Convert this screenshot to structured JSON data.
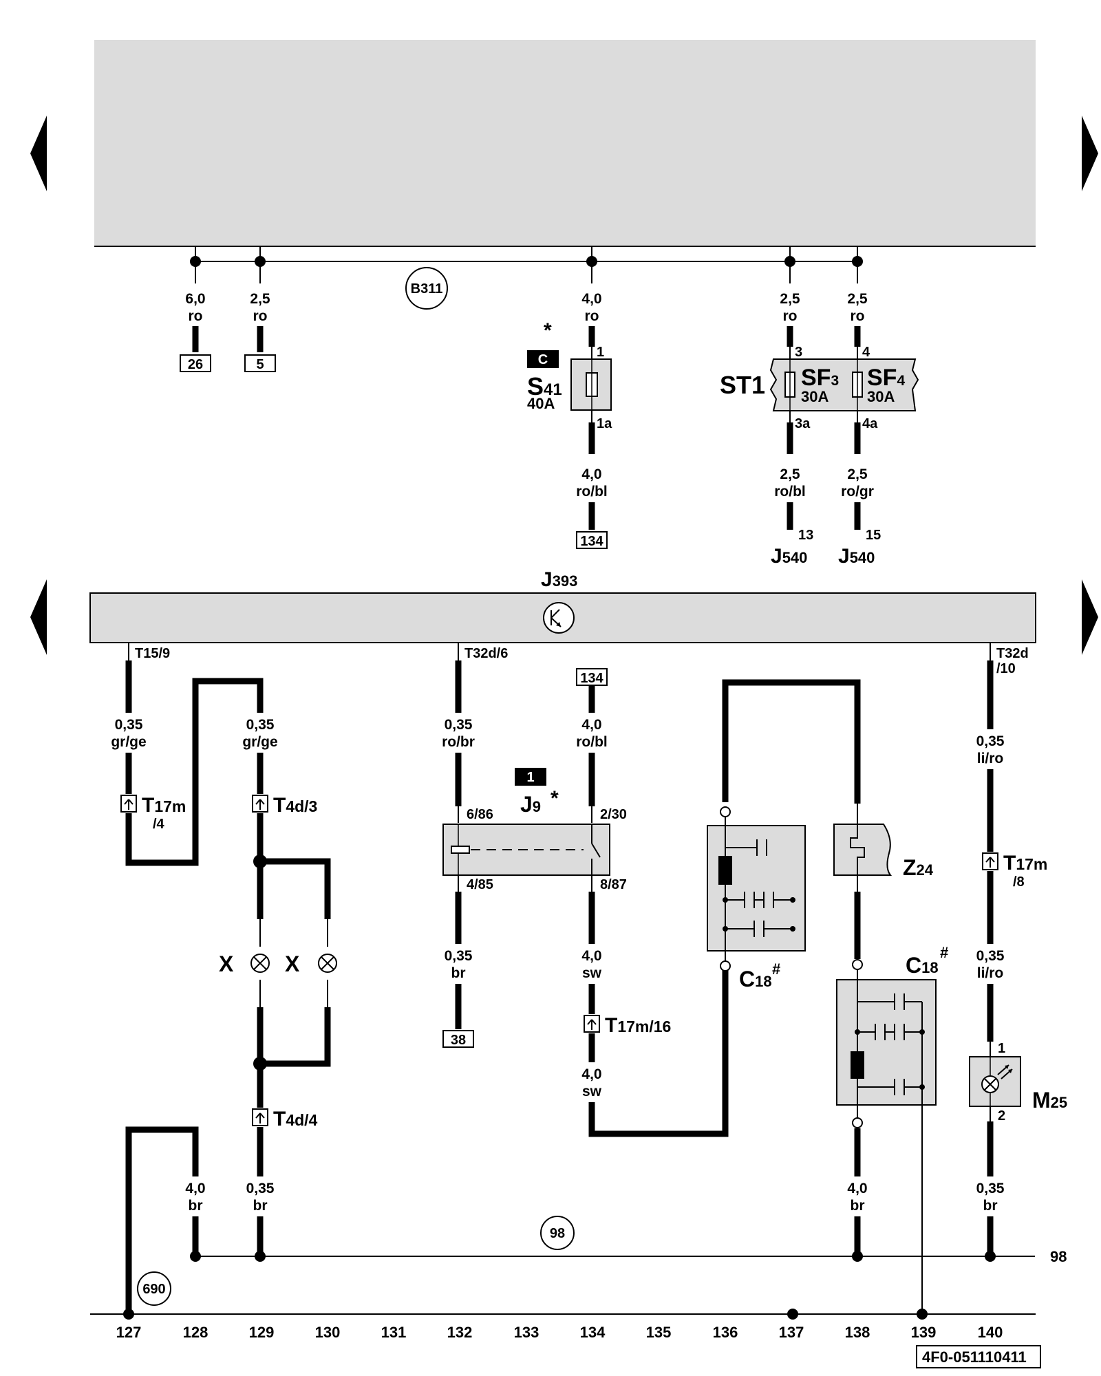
{
  "wires": [
    {
      "id": "w26",
      "size": "6,0",
      "color": "ro"
    },
    {
      "id": "w5",
      "size": "2,5",
      "color": "ro"
    },
    {
      "id": "w_s41_in",
      "size": "4,0",
      "color": "ro"
    },
    {
      "id": "w_s41_out",
      "size": "4,0",
      "color": "ro/bl"
    },
    {
      "id": "w_sf3_in",
      "size": "2,5",
      "color": "ro"
    },
    {
      "id": "w_sf4_in",
      "size": "2,5",
      "color": "ro"
    },
    {
      "id": "w_sf3_out",
      "size": "2,5",
      "color": "ro/bl"
    },
    {
      "id": "w_sf4_out",
      "size": "2,5",
      "color": "ro/gr"
    },
    {
      "id": "w127",
      "size": "0,35",
      "color": "gr/ge"
    },
    {
      "id": "w129a",
      "size": "0,35",
      "color": "gr/ge"
    },
    {
      "id": "w132a",
      "size": "0,35",
      "color": "ro/br"
    },
    {
      "id": "w134a",
      "size": "4,0",
      "color": "ro/bl"
    },
    {
      "id": "w140a",
      "size": "0,35",
      "color": "li/ro"
    },
    {
      "id": "w132b",
      "size": "0,35",
      "color": "br"
    },
    {
      "id": "w134b",
      "size": "4,0",
      "color": "sw"
    },
    {
      "id": "w134c",
      "size": "4,0",
      "color": "sw"
    },
    {
      "id": "w140b",
      "size": "0,35",
      "color": "li/ro"
    },
    {
      "id": "w128",
      "size": "4,0",
      "color": "br"
    },
    {
      "id": "w129b",
      "size": "0,35",
      "color": "br"
    },
    {
      "id": "w138",
      "size": "4,0",
      "color": "br"
    },
    {
      "id": "w140c",
      "size": "0,35",
      "color": "br"
    }
  ],
  "ref_boxes": [
    "26",
    "5",
    "134",
    "134",
    "38"
  ],
  "circles": {
    "b311": "B311",
    "g98": "98",
    "g690": "690"
  },
  "ground_label": "98",
  "asterisks": [
    "*",
    "*"
  ],
  "hash_marks": [
    "#",
    "#"
  ],
  "fuse_s41": {
    "badge": "C",
    "name": "S",
    "sub": "41",
    "amps": "40A",
    "pin_in": "1",
    "pin_out": "1a"
  },
  "fuse_carrier": {
    "name": "ST1",
    "f1_name": "SF",
    "f1_sub": "3",
    "f1_amps": "30A",
    "f2_name": "SF",
    "f2_sub": "4",
    "f2_amps": "30A",
    "pins": [
      "3",
      "4",
      "3a",
      "4a"
    ]
  },
  "j540": {
    "name": "J",
    "sub": "540",
    "pin_a": "13",
    "pin_b": "15"
  },
  "j393": {
    "name": "J",
    "sub": "393"
  },
  "pins_top": {
    "p1": "T15/9",
    "p2": "T32d/6",
    "p3": "T32d",
    "p3b": "/10"
  },
  "relay_j9": {
    "badge": "1",
    "name": "J",
    "sub": "9",
    "pins": [
      "6/86",
      "2/30",
      "4/85",
      "8/87"
    ]
  },
  "connectors": [
    {
      "id": "t17m4",
      "name": "T",
      "sub": "17m",
      "line2": "/4"
    },
    {
      "id": "t4d3",
      "name": "T",
      "sub": "4d/3",
      "line2": ""
    },
    {
      "id": "t17m16",
      "name": "T",
      "sub": "17m/16",
      "line2": ""
    },
    {
      "id": "t17m8",
      "name": "T",
      "sub": "17m",
      "line2": "/8"
    },
    {
      "id": "t4d4",
      "name": "T",
      "sub": "4d/4",
      "line2": ""
    }
  ],
  "lamps": [
    "X",
    "X"
  ],
  "z24": {
    "name": "Z",
    "sub": "24"
  },
  "c18": {
    "name": "C",
    "sub": "18"
  },
  "m25": {
    "name": "M",
    "sub": "25",
    "pin1": "1",
    "pin2": "2"
  },
  "columns": [
    "127",
    "128",
    "129",
    "130",
    "131",
    "132",
    "133",
    "134",
    "135",
    "136",
    "137",
    "138",
    "139",
    "140"
  ],
  "doc_ref": "4F0-051110411"
}
